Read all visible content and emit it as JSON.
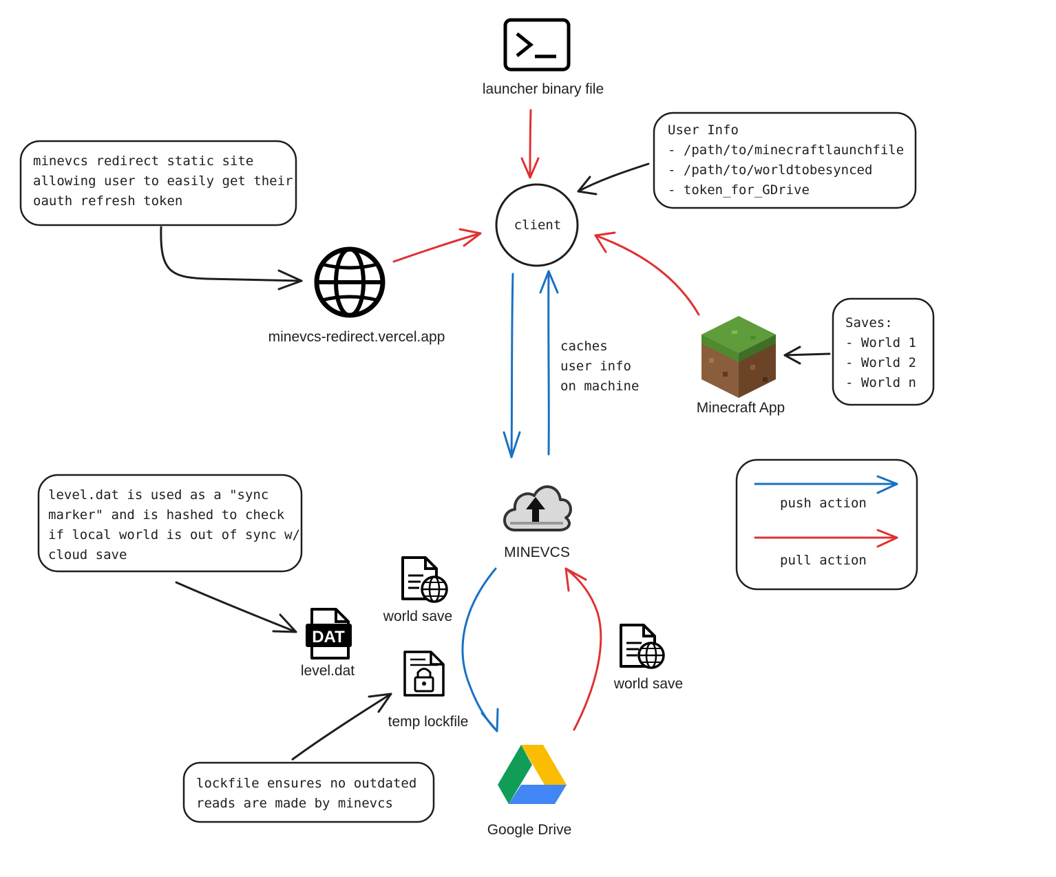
{
  "nodes": {
    "launcher": "launcher binary file",
    "client": "client",
    "redirect_site": "minevcs-redirect.vercel.app",
    "minecraft_app": "Minecraft App",
    "minevcs": "MINEVCS",
    "google_drive": "Google Drive",
    "world_save_left": "world save",
    "world_save_right": "world save",
    "level_dat": "level.dat",
    "dat_badge": "DAT",
    "temp_lockfile": "temp lockfile"
  },
  "notes": {
    "redirect": [
      "minevcs redirect static site",
      "allowing user to easily get their",
      "oauth refresh token"
    ],
    "user_info": [
      "User Info",
      "- /path/to/minecraftlaunchfile",
      "- /path/to/worldtobesynced",
      "- token_for_GDrive"
    ],
    "saves": [
      "Saves:",
      "- World 1",
      "- World 2",
      "- World n"
    ],
    "cache": [
      "caches",
      "user info",
      "on machine"
    ],
    "level_dat": [
      "level.dat is used as a \"sync",
      "marker\" and is hashed to check",
      "if local world is out of sync w/",
      "cloud save"
    ],
    "lockfile": [
      "lockfile ensures no outdated",
      "reads are made by minevcs"
    ]
  },
  "legend": {
    "push": "push action",
    "pull": "pull action"
  },
  "colors": {
    "push": "#1971c2",
    "pull": "#e03131",
    "ink": "#1e1e1e"
  },
  "icons": {
    "launcher": "terminal-icon",
    "redirect_site": "globe-icon",
    "minecraft_app": "grass-block-icon",
    "minevcs": "cloud-upload-icon",
    "google_drive": "google-drive-icon",
    "world_save": "web-file-icon",
    "level_dat": "dat-file-icon",
    "temp_lockfile": "locked-file-icon"
  }
}
